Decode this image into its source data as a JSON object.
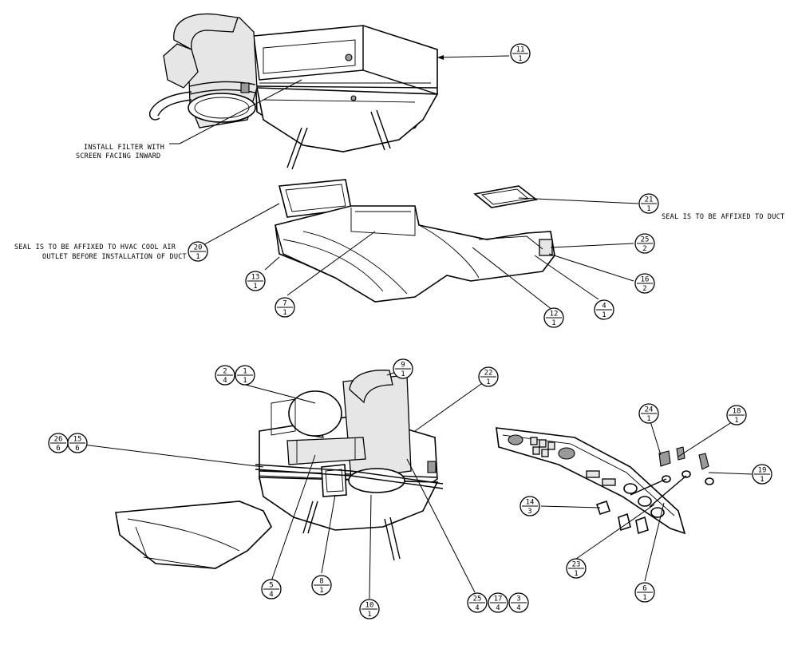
{
  "notes": {
    "filter_line1": "INSTALL FILTER WITH",
    "filter_line2": "SCREEN FACING INWARD",
    "seal_duct": "SEAL IS TO BE AFFIXED TO DUCT",
    "seal_hvac_line1": "SEAL IS TO BE AFFIXED TO HVAC COOL AIR",
    "seal_hvac_line2": "OUTLET BEFORE INSTALLATION OF DUCT"
  },
  "callouts": [
    {
      "id": "c11",
      "item": "11",
      "qty": "1"
    },
    {
      "id": "c21",
      "item": "21",
      "qty": "1"
    },
    {
      "id": "c20",
      "item": "20",
      "qty": "1"
    },
    {
      "id": "c25a",
      "item": "25",
      "qty": "2"
    },
    {
      "id": "c16",
      "item": "16",
      "qty": "2"
    },
    {
      "id": "c13",
      "item": "13",
      "qty": "1"
    },
    {
      "id": "c7",
      "item": "7",
      "qty": "1"
    },
    {
      "id": "c12",
      "item": "12",
      "qty": "1"
    },
    {
      "id": "c4",
      "item": "4",
      "qty": "1"
    },
    {
      "id": "c2",
      "item": "2",
      "qty": "4"
    },
    {
      "id": "c1",
      "item": "1",
      "qty": "1"
    },
    {
      "id": "c9",
      "item": "9",
      "qty": "1"
    },
    {
      "id": "c22",
      "item": "22",
      "qty": "1"
    },
    {
      "id": "c26",
      "item": "26",
      "qty": "6"
    },
    {
      "id": "c15",
      "item": "15",
      "qty": "6"
    },
    {
      "id": "c5",
      "item": "5",
      "qty": "4"
    },
    {
      "id": "c8",
      "item": "8",
      "qty": "1"
    },
    {
      "id": "c10",
      "item": "10",
      "qty": "1"
    },
    {
      "id": "c25b",
      "item": "25",
      "qty": "4"
    },
    {
      "id": "c17",
      "item": "17",
      "qty": "4"
    },
    {
      "id": "c3",
      "item": "3",
      "qty": "4"
    },
    {
      "id": "c24",
      "item": "24",
      "qty": "1"
    },
    {
      "id": "c18",
      "item": "18",
      "qty": "1"
    },
    {
      "id": "c19",
      "item": "19",
      "qty": "1"
    },
    {
      "id": "c14",
      "item": "14",
      "qty": "3"
    },
    {
      "id": "c23",
      "item": "23",
      "qty": "1"
    },
    {
      "id": "c6",
      "item": "6",
      "qty": "1"
    }
  ]
}
